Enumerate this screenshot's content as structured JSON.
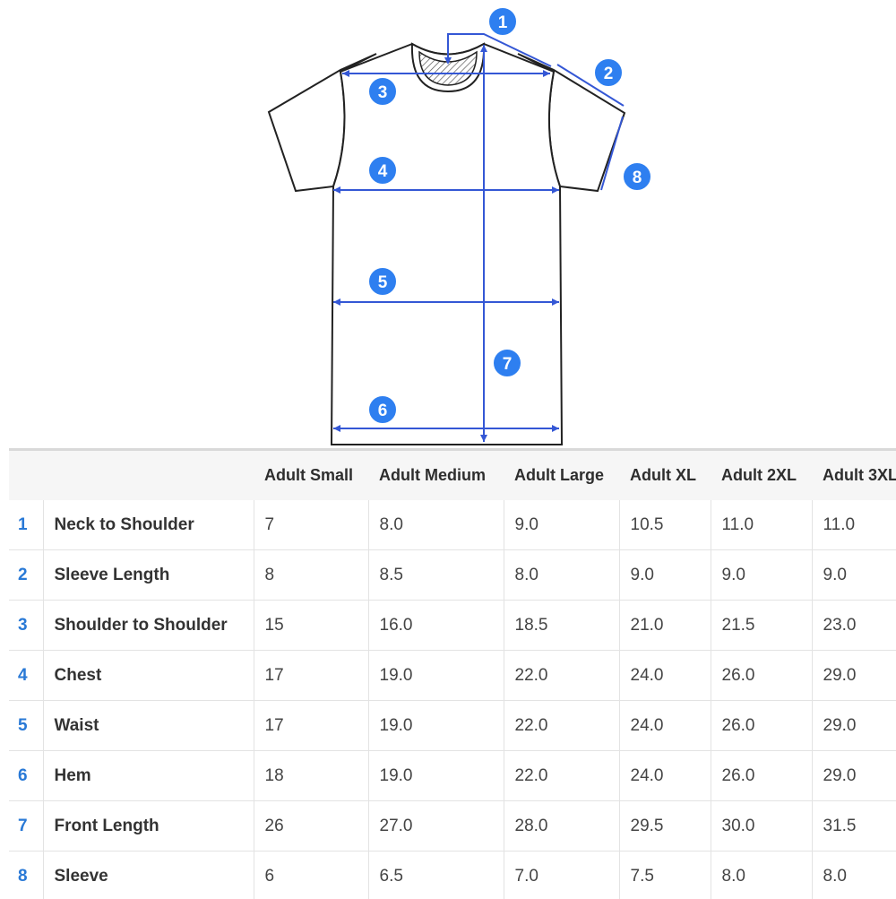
{
  "colors": {
    "accent": "#2e7ff0",
    "line": "#3457d5",
    "outline": "#222222"
  },
  "diagram": {
    "markers": [
      {
        "id": "1"
      },
      {
        "id": "2"
      },
      {
        "id": "3"
      },
      {
        "id": "4"
      },
      {
        "id": "5"
      },
      {
        "id": "6"
      },
      {
        "id": "7"
      },
      {
        "id": "8"
      }
    ]
  },
  "table": {
    "columns": [
      "Adult Small",
      "Adult Medium",
      "Adult Large",
      "Adult XL",
      "Adult 2XL",
      "Adult 3XL"
    ],
    "rows": [
      {
        "num": "1",
        "name": "Neck to Shoulder",
        "values": [
          "7",
          "8.0",
          "9.0",
          "10.5",
          "11.0",
          "11.0"
        ]
      },
      {
        "num": "2",
        "name": "Sleeve Length",
        "values": [
          "8",
          "8.5",
          "8.0",
          "9.0",
          "9.0",
          "9.0"
        ]
      },
      {
        "num": "3",
        "name": "Shoulder to Shoulder",
        "values": [
          "15",
          "16.0",
          "18.5",
          "21.0",
          "21.5",
          "23.0"
        ]
      },
      {
        "num": "4",
        "name": "Chest",
        "values": [
          "17",
          "19.0",
          "22.0",
          "24.0",
          "26.0",
          "29.0"
        ]
      },
      {
        "num": "5",
        "name": "Waist",
        "values": [
          "17",
          "19.0",
          "22.0",
          "24.0",
          "26.0",
          "29.0"
        ]
      },
      {
        "num": "6",
        "name": "Hem",
        "values": [
          "18",
          "19.0",
          "22.0",
          "24.0",
          "26.0",
          "29.0"
        ]
      },
      {
        "num": "7",
        "name": "Front Length",
        "values": [
          "26",
          "27.0",
          "28.0",
          "29.5",
          "30.0",
          "31.5"
        ]
      },
      {
        "num": "8",
        "name": "Sleeve",
        "values": [
          "6",
          "6.5",
          "7.0",
          "7.5",
          "8.0",
          "8.0"
        ]
      }
    ]
  }
}
